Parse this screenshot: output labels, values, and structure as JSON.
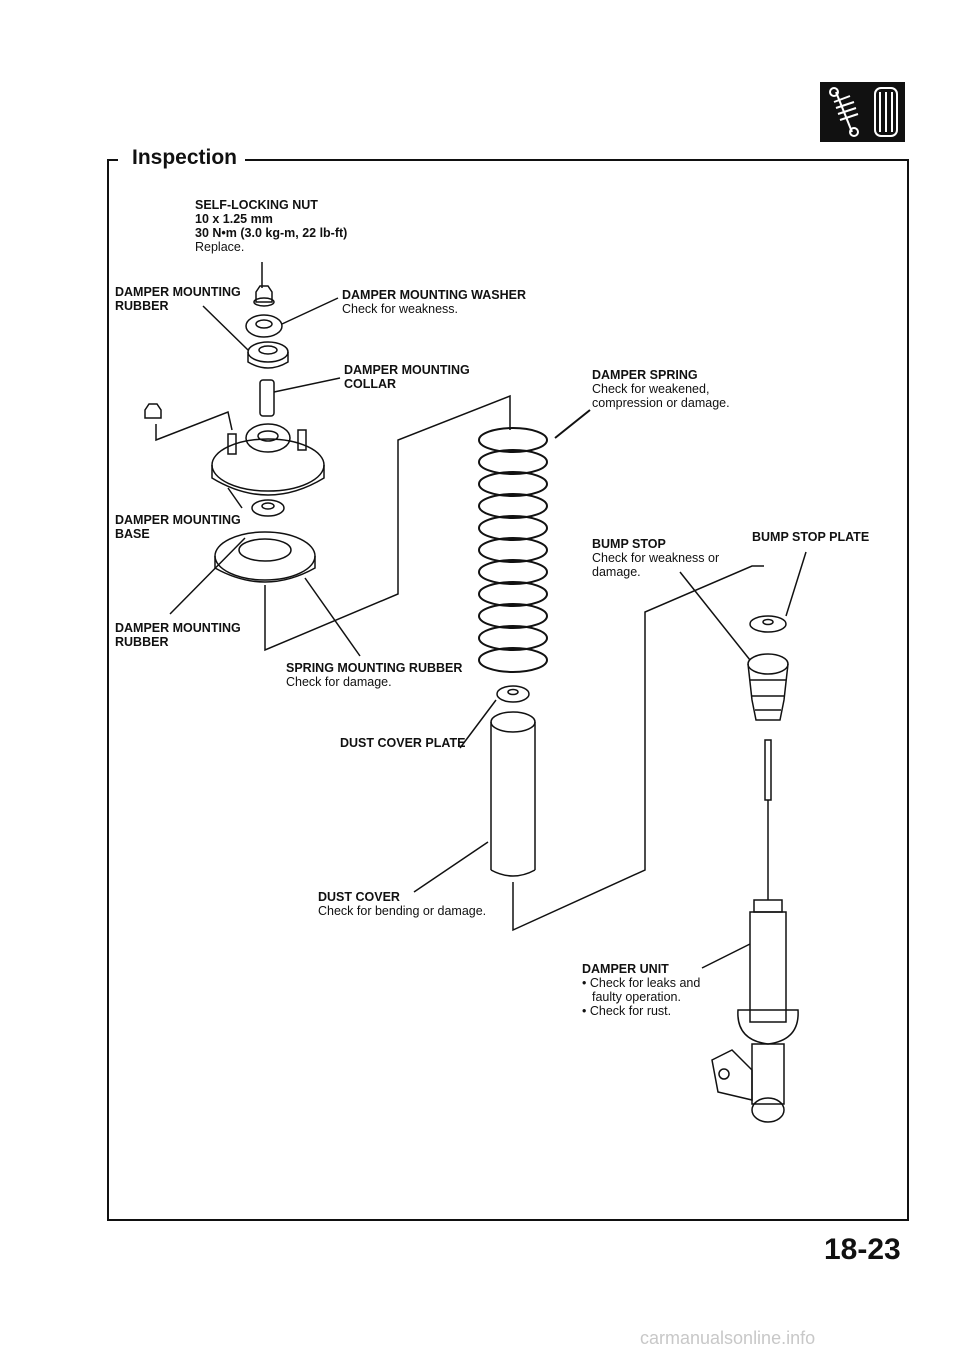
{
  "section": {
    "title": "Inspection"
  },
  "page": {
    "number": "18-23"
  },
  "watermark": "carmanualsonline.info",
  "icon": {
    "name": "suspension-section-icon"
  },
  "labels": {
    "self_locking_nut": {
      "title": "SELF-LOCKING NUT",
      "spec1": "10 x 1.25 mm",
      "spec2": "30 N•m (3.0 kg-m, 22 lb-ft)",
      "note": "Replace."
    },
    "mounting_rubber_top": {
      "line1": "DAMPER MOUNTING",
      "line2": "RUBBER"
    },
    "mounting_washer": {
      "title": "DAMPER MOUNTING WASHER",
      "note": "Check for weakness."
    },
    "mounting_collar": {
      "line1": "DAMPER MOUNTING",
      "line2": "COLLAR"
    },
    "damper_spring": {
      "title": "DAMPER SPRING",
      "note1": "Check for weakened,",
      "note2": "compression or damage."
    },
    "mounting_base": {
      "line1": "DAMPER MOUNTING",
      "line2": "BASE"
    },
    "bump_stop": {
      "title": "BUMP STOP",
      "note1": "Check for weakness or",
      "note2": "damage."
    },
    "bump_stop_plate": {
      "title": "BUMP STOP PLATE"
    },
    "mounting_rubber_bottom": {
      "line1": "DAMPER MOUNTING",
      "line2": "RUBBER"
    },
    "spring_mounting_rubber": {
      "title": "SPRING MOUNTING RUBBER",
      "note": "Check for damage."
    },
    "dust_cover_plate": {
      "title": "DUST COVER PLATE"
    },
    "dust_cover": {
      "title": "DUST COVER",
      "note": "Check for bending or damage."
    },
    "damper_unit": {
      "title": "DAMPER UNIT",
      "note1": "• Check for leaks and",
      "note2": "faulty operation.",
      "note3": "• Check for rust."
    }
  }
}
